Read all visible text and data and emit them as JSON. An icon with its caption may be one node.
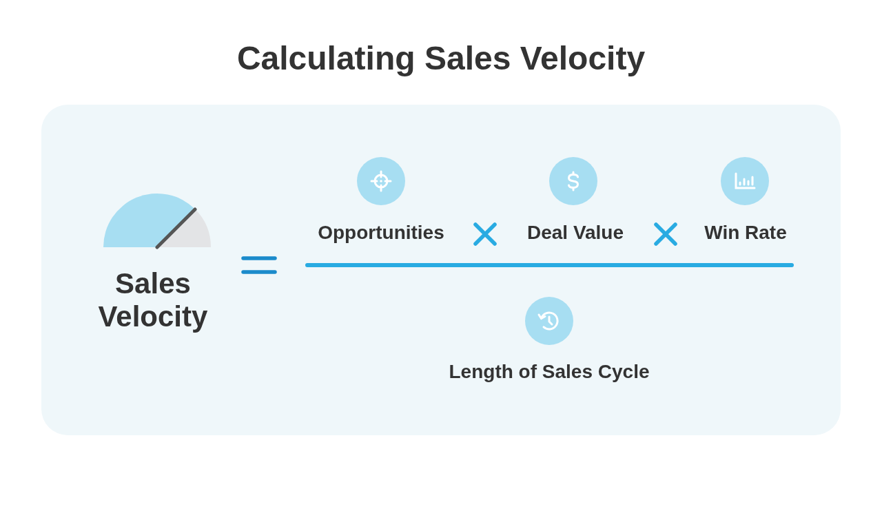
{
  "diagram": {
    "title": "Calculating Sales Velocity",
    "labels": [
      "Sales Velocity",
      "Opportunities",
      "Deal Value",
      "Win Rate",
      "Length of Sales Cycle"
    ]
  }
}
